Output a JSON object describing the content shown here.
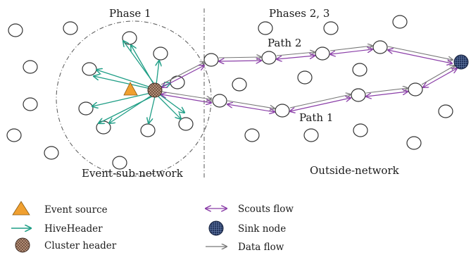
{
  "labels": {
    "phase1": "Phase 1",
    "phases23": "Phases 2, 3",
    "path2": "Path 2",
    "path1": "Path 1",
    "event_sub_network": "Event-sub-network",
    "outside_network": "Outside-network"
  },
  "legend": {
    "event_source": "Event source",
    "hive_header": "HiveHeader",
    "cluster_header": "Cluster header",
    "scouts_flow": "Scouts flow",
    "sink_node": "Sink node",
    "data_flow": "Data flow"
  },
  "colors": {
    "hive_arrow": "#1f9e86",
    "scouts_flow": "#8b3fa8",
    "event_source": "#f0a030",
    "cluster_header": "#6b4a3a",
    "sink_node": "#23355e"
  }
}
